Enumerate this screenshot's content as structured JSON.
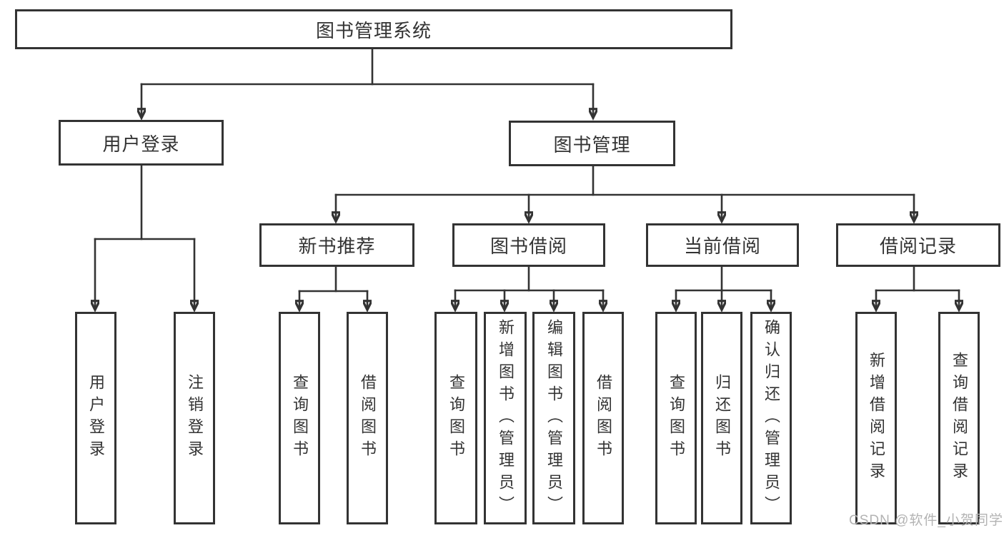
{
  "diagram": {
    "root": {
      "label": "图书管理系统"
    },
    "level2": {
      "user_login": {
        "label": "用户登录"
      },
      "book_management": {
        "label": "图书管理"
      }
    },
    "level3": {
      "new_book_recommend": {
        "label": "新书推荐"
      },
      "book_borrow": {
        "label": "图书借阅"
      },
      "current_borrow": {
        "label": "当前借阅"
      },
      "borrow_record": {
        "label": "借阅记录"
      }
    },
    "leaves": {
      "user_login": [
        {
          "label": "用户登录"
        },
        {
          "label": "注销登录"
        }
      ],
      "new_book": [
        {
          "label": "查询图书"
        },
        {
          "label": "借阅图书"
        }
      ],
      "book_borrow": [
        {
          "label": "查询图书"
        },
        {
          "label": "新增图书（管理员）"
        },
        {
          "label": "编辑图书（管理员）"
        },
        {
          "label": "借阅图书"
        }
      ],
      "current_borrow": [
        {
          "label": "查询图书"
        },
        {
          "label": "归还图书"
        },
        {
          "label": "确认归还（管理员）"
        }
      ],
      "borrow_record": [
        {
          "label": "新增借阅记录"
        },
        {
          "label": "查询借阅记录"
        }
      ]
    },
    "colors": {
      "line": "#333333",
      "text": "#333333",
      "background": "#ffffff",
      "watermark": "#b3b3b3"
    },
    "watermark": {
      "text": "CSDN @软件_小贺同学"
    }
  }
}
